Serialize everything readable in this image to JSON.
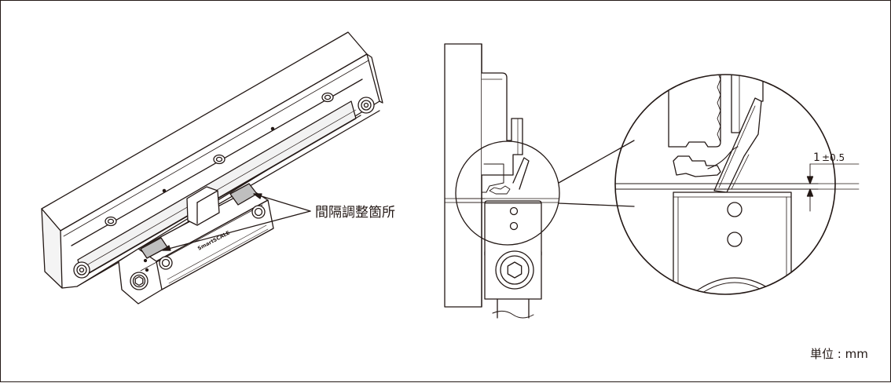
{
  "figure": {
    "callout_label": "間隔調整箇所",
    "unit_label": "単位 : mm",
    "head_brand": "SmartSCALE",
    "dimension": {
      "nominal": "1",
      "tolerance": "±0.5"
    }
  },
  "colors": {
    "line": "#231815",
    "gray_pad": "#bfbfbf",
    "shadow": "#e8e8e8",
    "background": "#ffffff"
  }
}
